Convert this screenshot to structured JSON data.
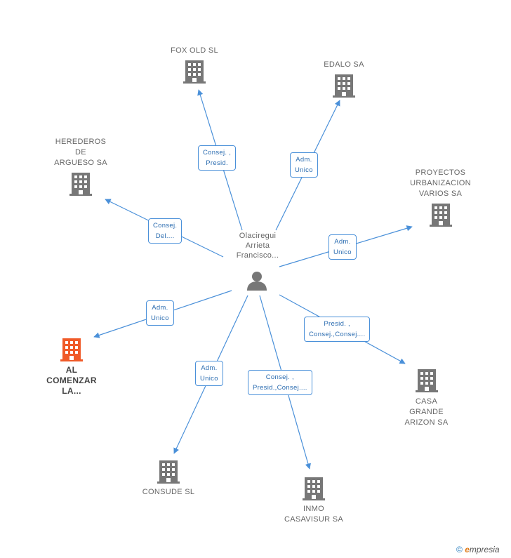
{
  "center": {
    "name": "Olaciregui\nArrieta\nFrancisco..."
  },
  "companies": [
    {
      "id": "fox",
      "label": "FOX OLD  SL",
      "highlight": false
    },
    {
      "id": "edalo",
      "label": "EDALO SA",
      "highlight": false
    },
    {
      "id": "herederos",
      "label": "HEREDEROS\nDE\nARGUESO SA",
      "highlight": false
    },
    {
      "id": "proyectos",
      "label": "PROYECTOS\nURBANIZACION\nVARIOS SA",
      "highlight": false
    },
    {
      "id": "alcomenzar",
      "label": "AL\nCOMENZAR\nLA...",
      "highlight": true
    },
    {
      "id": "casagrande",
      "label": "CASA\nGRANDE\nARIZON SA",
      "highlight": false
    },
    {
      "id": "consude",
      "label": "CONSUDE SL",
      "highlight": false
    },
    {
      "id": "inmo",
      "label": "INMO\nCASAVISUR SA",
      "highlight": false
    }
  ],
  "relations": [
    {
      "to": "fox",
      "label": "Consej. ,\nPresid."
    },
    {
      "to": "edalo",
      "label": "Adm.\nUnico"
    },
    {
      "to": "herederos",
      "label": "Consej.\nDel...."
    },
    {
      "to": "proyectos",
      "label": "Adm.\nUnico"
    },
    {
      "to": "alcomenzar",
      "label": "Adm.\nUnico"
    },
    {
      "to": "casagrande",
      "label": "Presid. ,\nConsej.,Consej...."
    },
    {
      "to": "consude",
      "label": "Adm.\nUnico"
    },
    {
      "to": "inmo",
      "label": "Consej. ,\nPresid.,Consej...."
    }
  ],
  "colors": {
    "edge": "#4a90d9",
    "building": "#777777",
    "building_highlight": "#f05a28"
  },
  "footer": {
    "copyright": "©",
    "brand_e": "e",
    "brand_rest": "mpresia"
  }
}
